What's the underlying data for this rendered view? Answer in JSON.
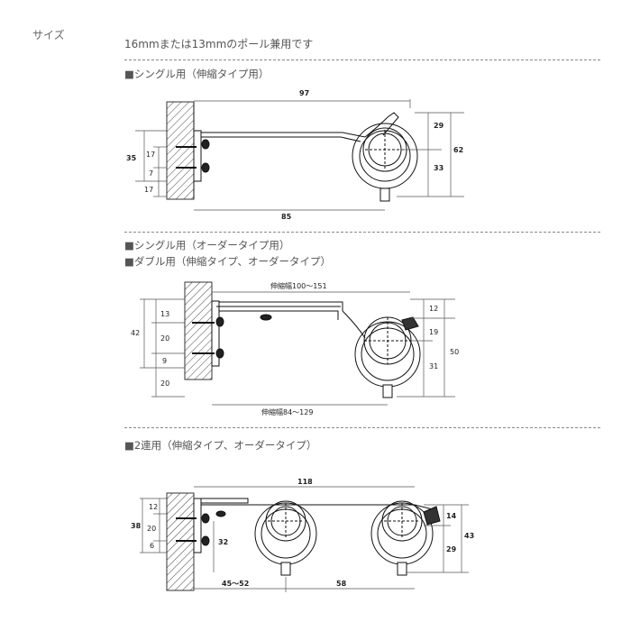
{
  "label": "サイズ",
  "intro": "16mmまたは13mmのポール兼用です",
  "sections": [
    {
      "title": "■シングル用（伸縮タイプ用）"
    },
    {
      "title": "■シングル用（オーダータイプ用）"
    },
    {
      "title": "■ダブル用（伸縮タイプ、オーダータイプ）"
    },
    {
      "title": "■2連用（伸縮タイプ、オーダータイプ）"
    }
  ],
  "diagram1": {
    "top": "97",
    "bottom": "85",
    "left_total": "35",
    "left_a": "17",
    "left_b": "7",
    "left_c": "17",
    "right_a": "29",
    "right_b": "33",
    "right_total": "62"
  },
  "diagram2": {
    "top": "伸縮幅100～151",
    "bottom": "伸縮幅84～129",
    "left_total": "42",
    "left_a": "13",
    "left_b": "20",
    "left_c": "9",
    "left_d": "20",
    "right_a": "12",
    "right_b": "19",
    "right_c": "31",
    "right_total": "50"
  },
  "diagram3": {
    "top": "118",
    "left_total": "38",
    "left_a": "12",
    "left_b": "20",
    "left_c": "6",
    "mid": "32",
    "bottom_a": "45～52",
    "bottom_b": "58",
    "right_a": "14",
    "right_b": "29",
    "right_total": "43"
  }
}
